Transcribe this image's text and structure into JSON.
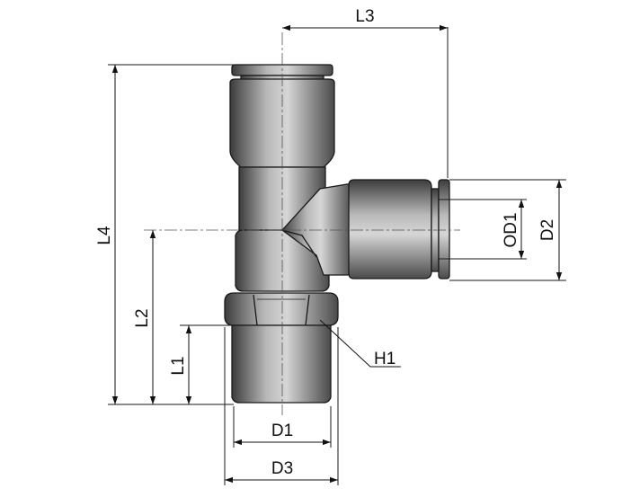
{
  "drawing": {
    "subject": "Push-in male run tee fitting",
    "labels": {
      "L3": "L3",
      "L4": "L4",
      "L2": "L2",
      "L1": "L1",
      "OD1": "OD1",
      "D2": "D2",
      "H1": "H1",
      "D1": "D1",
      "D3": "D3"
    },
    "colors": {
      "line": "#1a1a1a",
      "metal_dark": "#3a3a3a",
      "metal_mid": "#8a8a8a",
      "metal_light": "#d0d0d0"
    }
  }
}
